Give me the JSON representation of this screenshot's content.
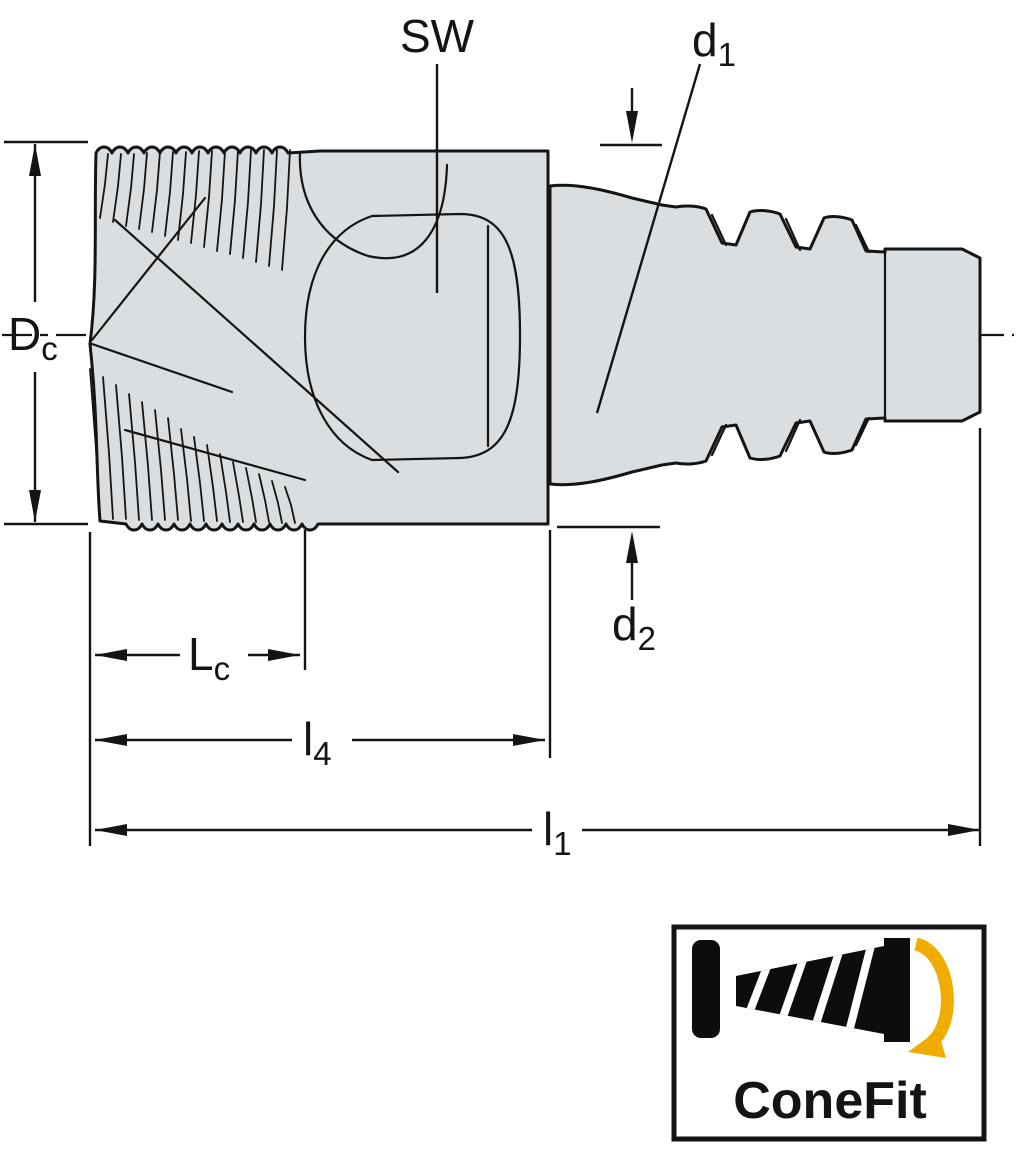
{
  "drawing": {
    "labels": {
      "sw": "SW",
      "d1": {
        "base": "d",
        "sub": "1"
      },
      "d2": {
        "base": "d",
        "sub": "2"
      },
      "dc": {
        "base": "D",
        "sub": "c"
      },
      "lc": {
        "base": "L",
        "sub": "c"
      },
      "l4": {
        "base": "l",
        "sub": "4"
      },
      "l1": {
        "base": "l",
        "sub": "1"
      }
    }
  },
  "logo": {
    "label": "ConeFit"
  },
  "colors": {
    "body_fill": "#dadee1",
    "outline": "#141414",
    "logo_black": "#0d0d0d",
    "logo_arrow": "#f0ad00"
  }
}
